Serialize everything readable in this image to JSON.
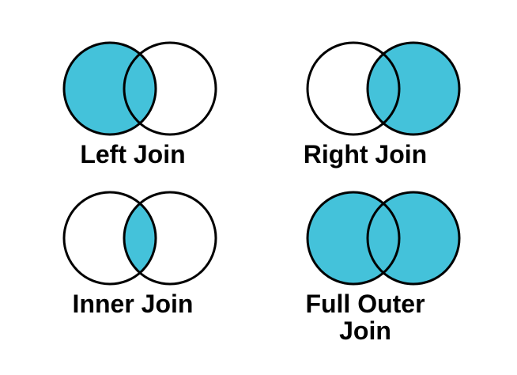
{
  "colors": {
    "highlight": "#44c2da",
    "outline": "#000000",
    "label": "#000000",
    "background": "#ffffff"
  },
  "diagrams": [
    {
      "id": "left-join",
      "label": "Left Join",
      "highlighted_region": "left-circle"
    },
    {
      "id": "right-join",
      "label": "Right Join",
      "highlighted_region": "right-circle"
    },
    {
      "id": "inner-join",
      "label": "Inner Join",
      "highlighted_region": "intersection"
    },
    {
      "id": "full-outer-join",
      "label": "Full Outer\nJoin",
      "highlighted_region": "both-circles"
    }
  ]
}
